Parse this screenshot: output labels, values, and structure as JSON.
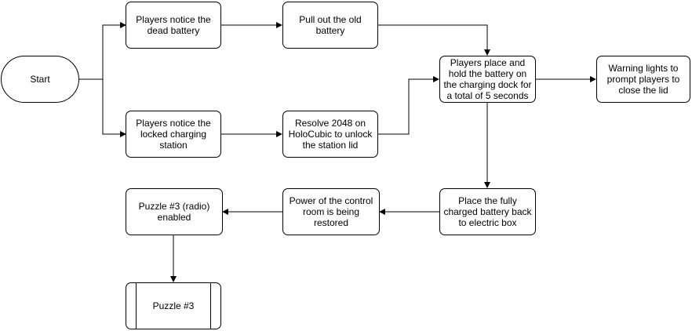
{
  "nodes": {
    "start": "Start",
    "notice_dead_battery": "Players notice the\ndead battery",
    "pull_out_battery": "Pull out the old\nbattery",
    "place_hold_battery": "Players place and\nhold the battery on\nthe charging dock for\na total of 5 seconds",
    "warning_lights": "Warning lights to\nprompt players to\nclose the lid",
    "notice_locked_station": "Players notice the\nlocked charging\nstation",
    "resolve_2048": "Resolve 2048 on\nHoloCubic to unlock\nthe station lid",
    "place_charged_battery": "Place the fully\ncharged battery back\nto electric box",
    "power_restored": "Power of the control\nroom is being\nrestored",
    "puzzle3_enabled": "Puzzle #3 (radio)\nenabled",
    "puzzle3": "Puzzle #3"
  },
  "edges": [
    {
      "from": "start",
      "to": "notice_dead_battery"
    },
    {
      "from": "start",
      "to": "notice_locked_station"
    },
    {
      "from": "notice_dead_battery",
      "to": "pull_out_battery"
    },
    {
      "from": "pull_out_battery",
      "to": "place_hold_battery"
    },
    {
      "from": "notice_locked_station",
      "to": "resolve_2048"
    },
    {
      "from": "resolve_2048",
      "to": "place_hold_battery"
    },
    {
      "from": "place_hold_battery",
      "to": "warning_lights"
    },
    {
      "from": "place_hold_battery",
      "to": "place_charged_battery"
    },
    {
      "from": "place_charged_battery",
      "to": "power_restored"
    },
    {
      "from": "power_restored",
      "to": "puzzle3_enabled"
    },
    {
      "from": "puzzle3_enabled",
      "to": "puzzle3"
    }
  ]
}
